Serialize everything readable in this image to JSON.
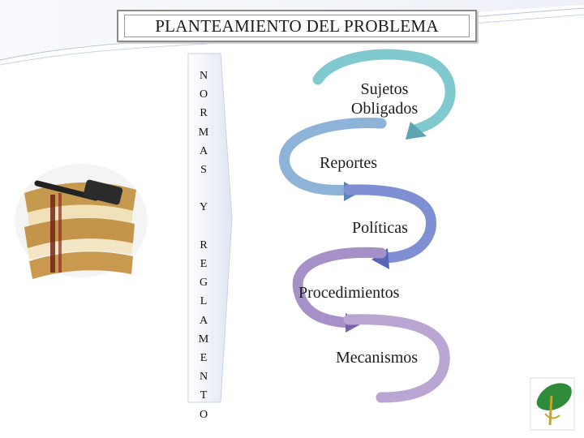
{
  "title": "PLANTEAMIENTO DEL PROBLEMA",
  "vertical_text": [
    "N",
    "O",
    "R",
    "M",
    "A",
    "S",
    "",
    "Y",
    "",
    "R",
    "E",
    "G",
    "L",
    "A",
    "M",
    "E",
    "N",
    "T",
    "O"
  ],
  "steps": [
    "Sujetos Obligados",
    "Reportes",
    "Políticas",
    "Procedimientos",
    "Mecanismos"
  ],
  "colors": {
    "arrow1": "#7fc9cf",
    "arrow2": "#8eb3d9",
    "arrow3": "#7f8fd4",
    "arrow4": "#a690c8",
    "arrow5": "#b9a6d2",
    "banner": "#dfe6f3",
    "accent_green": "#2e8b3a",
    "accent_gold": "#c9a227"
  },
  "icons": [
    "books-gavel-image",
    "tree-logo-icon"
  ]
}
